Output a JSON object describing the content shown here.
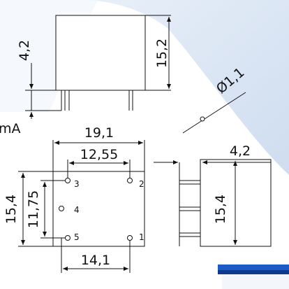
{
  "diagram": {
    "top_view": {
      "height_dim": "15,2",
      "pin_len_dim": "4,2"
    },
    "hole": {
      "diameter_dim": "Ø1,1"
    },
    "side_partial_text": "mA",
    "front_view": {
      "width_dim": "19,1",
      "inner_width_dim": "12,55",
      "height_dim": "15,4",
      "inner_height_dim": "11,75",
      "bottom_dim": "14,1",
      "pins": [
        {
          "label": "3"
        },
        {
          "label": "2"
        },
        {
          "label": "4"
        },
        {
          "label": "5"
        },
        {
          "label": "1"
        }
      ]
    },
    "right_view": {
      "depth_dim": "4,2",
      "height_dim": "15,4"
    }
  },
  "colors": {
    "background": "#ffffff",
    "swoosh": "#d7e3f1",
    "blue_bar": "#1c5cc9",
    "line": "#111111"
  }
}
